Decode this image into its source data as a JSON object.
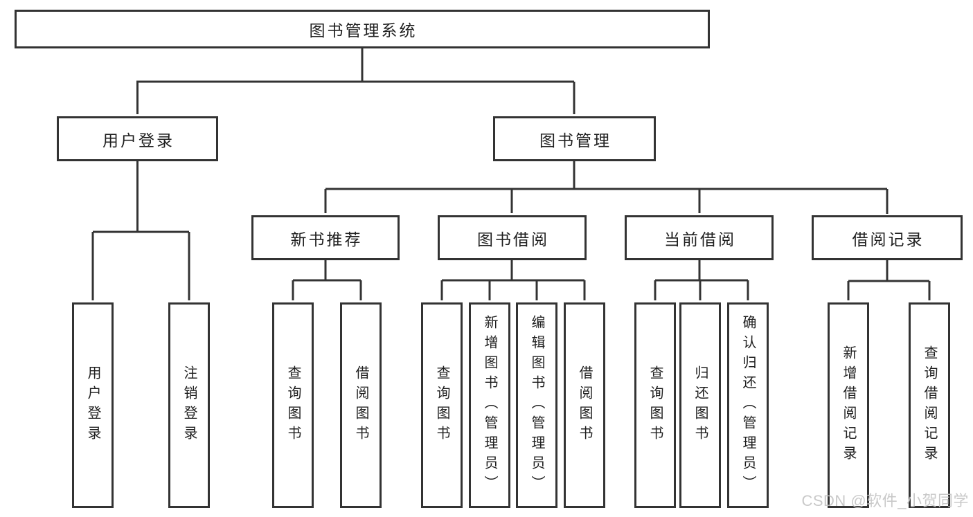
{
  "nodes": {
    "root": "图书管理系统",
    "user_login_branch": "用户登录",
    "book_mgmt_branch": "图书管理",
    "new_book_rec": "新书推荐",
    "book_borrow": "图书借阅",
    "current_borrow": "当前借阅",
    "borrow_record": "借阅记录",
    "leaf_user_login": "用户登录",
    "leaf_logout": "注销登录",
    "leaf_rec_query_book": "查询图书",
    "leaf_rec_borrow_book": "借阅图书",
    "leaf_bb_query_book": "查询图书",
    "leaf_bb_add_book": "新增图书（管理员）",
    "leaf_bb_edit_book": "编辑图书（管理员）",
    "leaf_bb_borrow_book": "借阅图书",
    "leaf_cb_query_book": "查询图书",
    "leaf_cb_return_book": "归还图书",
    "leaf_cb_confirm_return": "确认归还（管理员）",
    "leaf_br_add_record": "新增借阅记录",
    "leaf_br_query_record": "查询借阅记录"
  },
  "watermark": "CSDN @软件_小贺同学",
  "colors": {
    "line": "#333333",
    "box_border": "#333333",
    "text": "#1f1f1f",
    "background": "#ffffff",
    "watermark": "#c4c4c4"
  }
}
